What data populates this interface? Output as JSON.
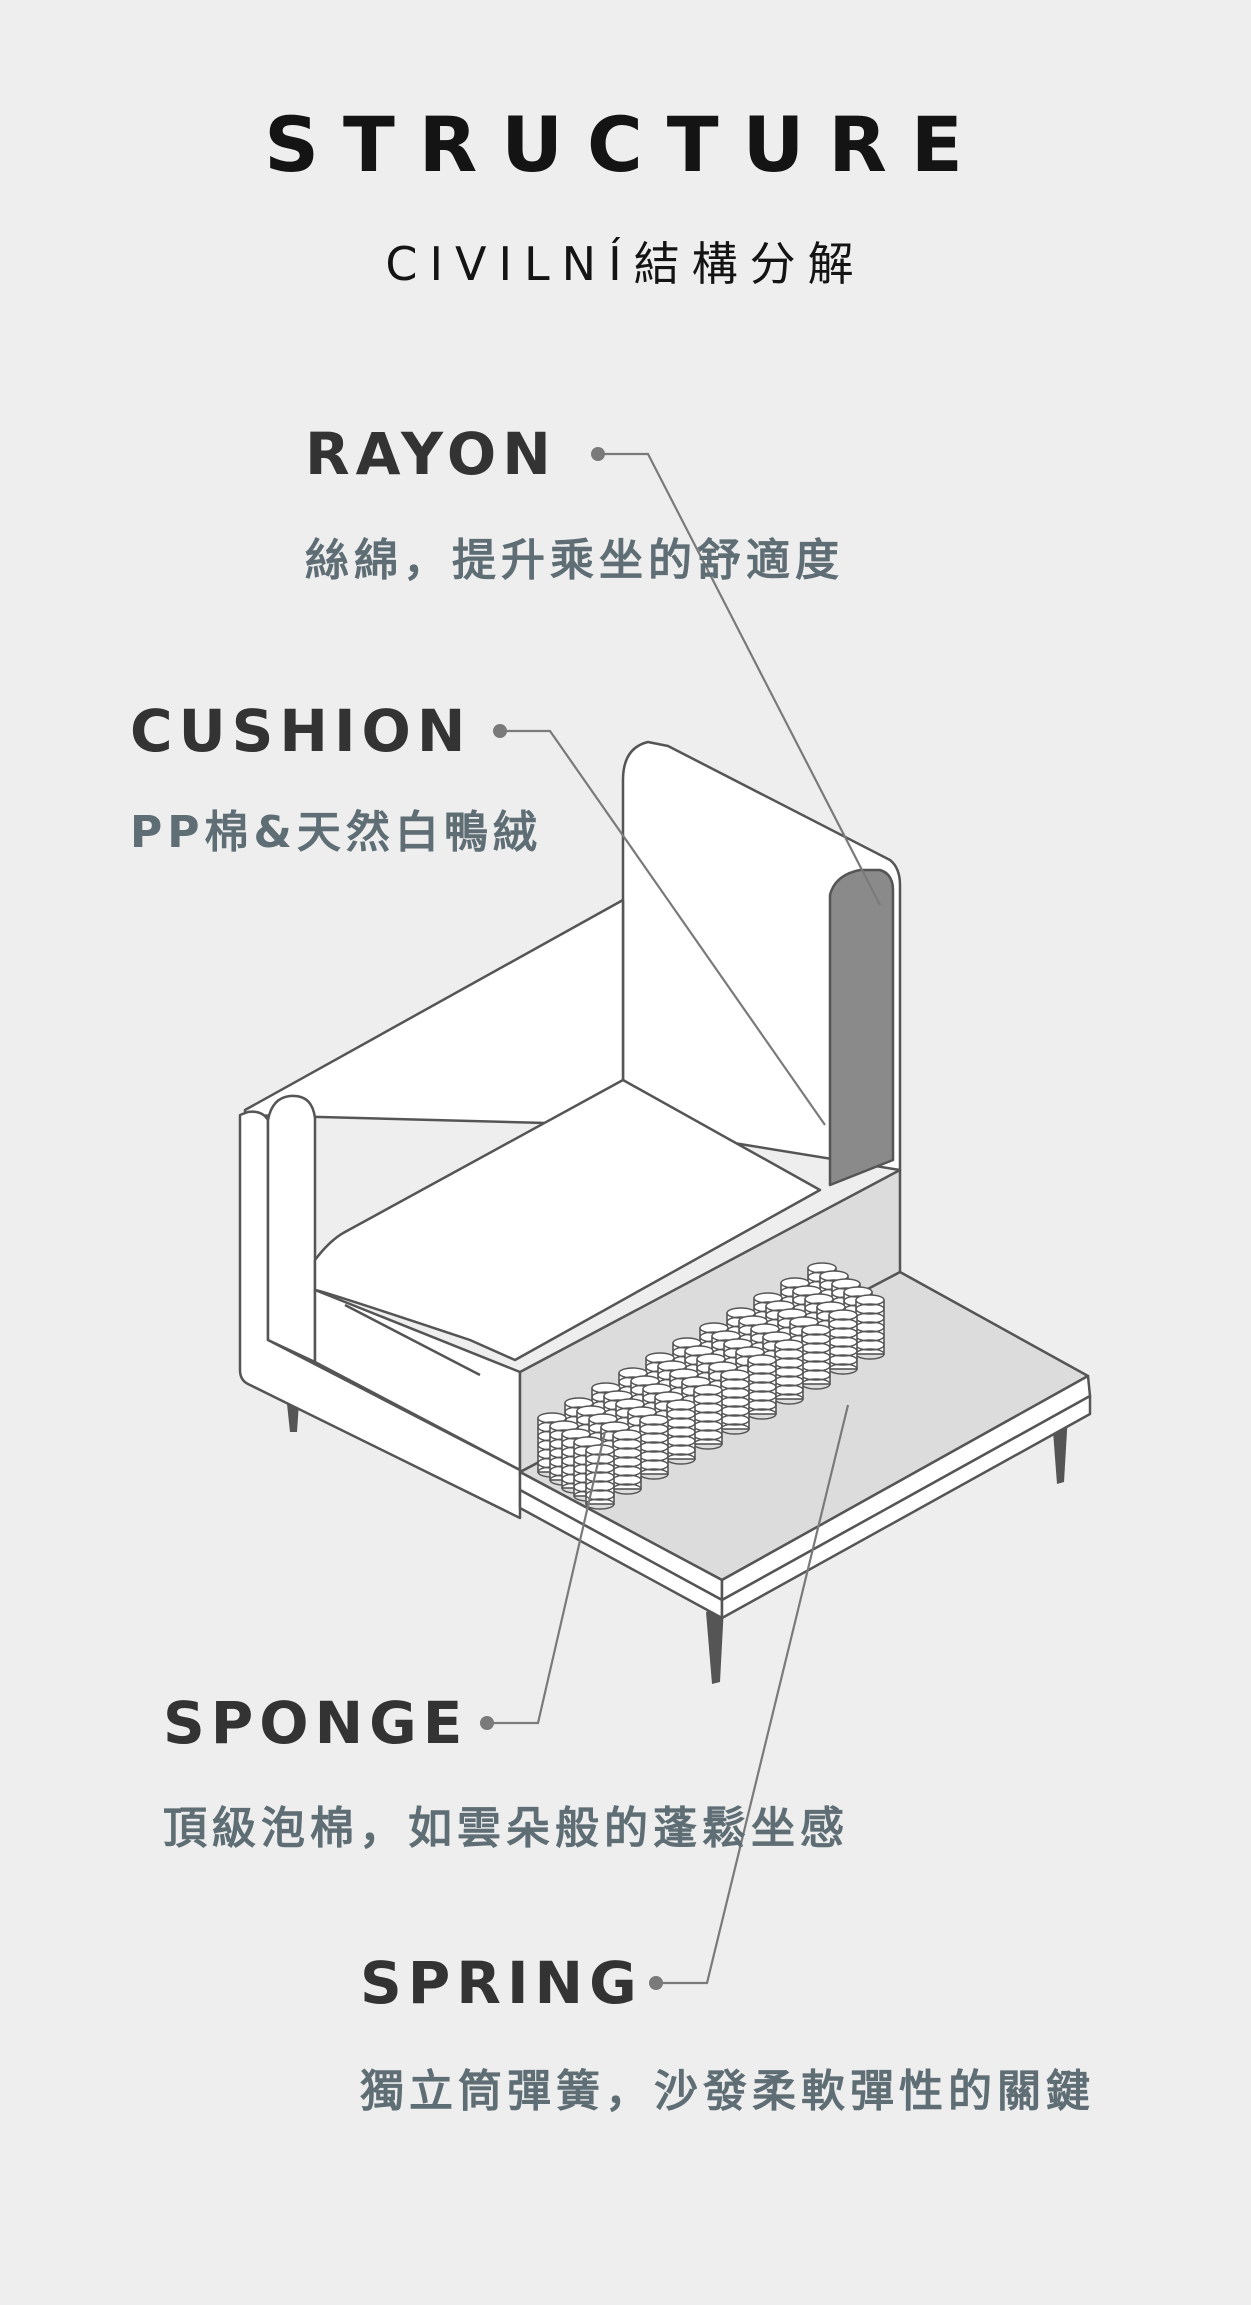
{
  "header": {
    "title": "STRUCTURE",
    "subtitle": "CIVILNÍ結構分解"
  },
  "components": [
    {
      "name": "RAYON",
      "description": "絲綿，提升乘坐的舒適度"
    },
    {
      "name": "CUSHION",
      "description": "PP棉&天然白鴨絨"
    },
    {
      "name": "SPONGE",
      "description": "頂級泡棉，如雲朵般的蓬鬆坐感"
    },
    {
      "name": "SPRING",
      "description": "獨立筒彈簧，沙發柔軟彈性的關鍵"
    }
  ],
  "colors": {
    "background": "#eeeeee",
    "title": "#141414",
    "label": "#333333",
    "description": "#5e6e74",
    "leader_line": "#7a7a7a",
    "rayon_fill": "#8a8a8a",
    "cushion_fill": "#ffffff",
    "sponge_fill": "#dcdcdc",
    "legs": "#555555"
  }
}
